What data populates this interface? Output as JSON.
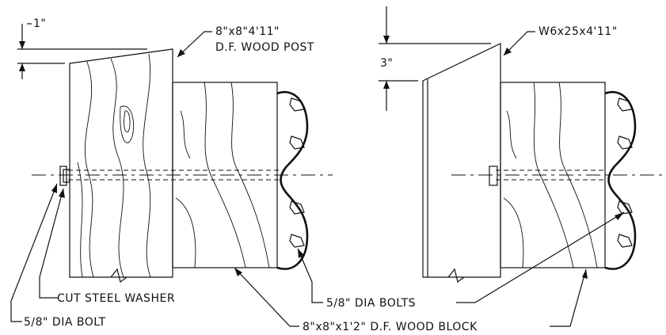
{
  "labels": {
    "dim_1in": "1\"",
    "post_size": "8\"x8\"4'11\"",
    "post_type": "D.F. WOOD POST",
    "steel_post": "W6x25x4'11\"",
    "dim_3in": "3\"",
    "washer": "CUT STEEL WASHER",
    "bolt_single": "5/8\" DIA BOLT",
    "bolts": "5/8\" DIA BOLTS",
    "block": "8\"x8\"x1'2\" D.F. WOOD BLOCK"
  }
}
